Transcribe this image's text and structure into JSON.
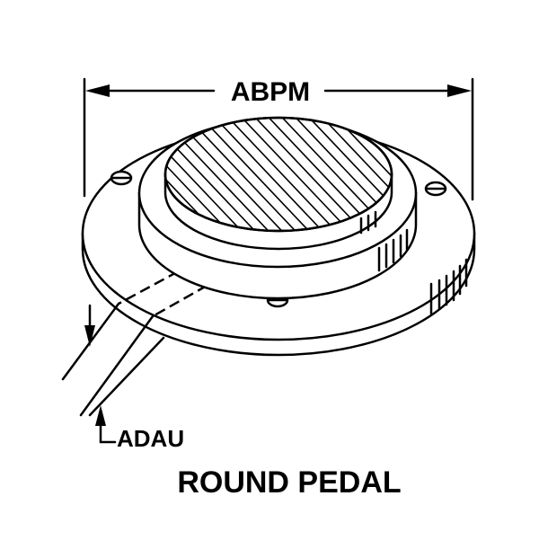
{
  "labels": {
    "width_dimension": "ABPM",
    "height_dimension": "ADAU",
    "caption": "ROUND PEDAL"
  },
  "colors": {
    "ink": "#000000",
    "paper": "#ffffff"
  }
}
